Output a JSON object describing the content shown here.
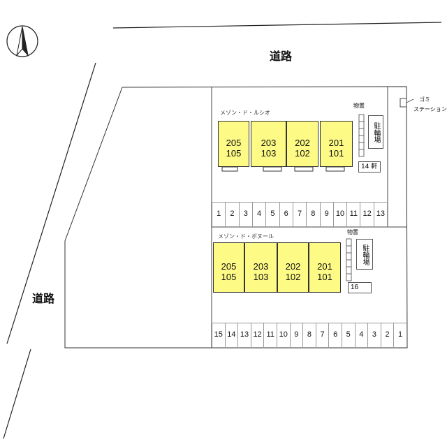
{
  "roads": {
    "top_label": "道路",
    "left_label": "道路"
  },
  "compass": {
    "icon": "north-arrow-icon"
  },
  "garbage_station": {
    "label_1": "ゴミ",
    "label_2": "ステーション"
  },
  "building_1": {
    "name": "メゾン・ド・ルシオ",
    "storage_label": "物置",
    "bicycle_parking_label": "駐輪場",
    "bike_count_label": "14 軒",
    "units": [
      {
        "upper": "205",
        "lower": "105"
      },
      {
        "upper": "203",
        "lower": "103"
      },
      {
        "upper": "202",
        "lower": "102"
      },
      {
        "upper": "201",
        "lower": "101"
      }
    ],
    "parking_stalls": [
      "1",
      "2",
      "3",
      "4",
      "5",
      "6",
      "7",
      "8",
      "9",
      "10",
      "11",
      "12",
      "13"
    ]
  },
  "building_2": {
    "name": "メゾン・ド・ボヌール",
    "storage_label": "物置",
    "bicycle_parking_label": "駐輪場",
    "extra_stall_label": "16",
    "units": [
      {
        "upper": "205",
        "lower": "105"
      },
      {
        "upper": "203",
        "lower": "103"
      },
      {
        "upper": "202",
        "lower": "102"
      },
      {
        "upper": "201",
        "lower": "101"
      }
    ],
    "parking_stalls": [
      "15",
      "14",
      "13",
      "12",
      "11",
      "10",
      "9",
      "8",
      "7",
      "6",
      "5",
      "4",
      "3",
      "2",
      "1"
    ]
  },
  "colors": {
    "unit_fill": "#fdfa85",
    "line": "#222222"
  }
}
